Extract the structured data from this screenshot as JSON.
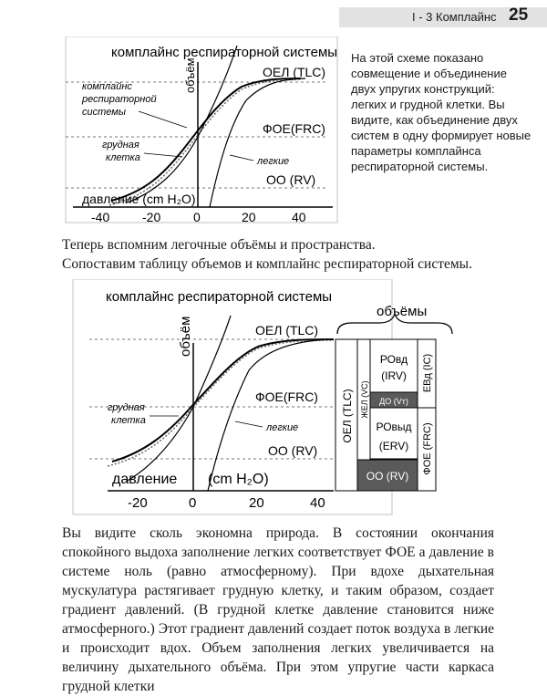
{
  "header": {
    "section": "I - 3 Комплайнс",
    "page_number": "25"
  },
  "figure1": {
    "title": "комплайнс респираторной системы",
    "y_label": "объём",
    "x_label": "давление (cm H₂O)",
    "tick_labels": [
      "-40",
      "-20",
      "0",
      "20",
      "40"
    ],
    "levels": [
      "ОЕЛ (TLC)",
      "ФОЕ(FRC)",
      "ОО (RV)"
    ],
    "curve_labels": {
      "system": [
        "комплайнс",
        "респираторной",
        "системы"
      ],
      "chest": [
        "грудная",
        "клетка"
      ],
      "lungs": "легкие"
    }
  },
  "side_text": "На этой схеме показано совмещение и объединение двух упругих конструкций: легких и грудной клетки. Вы видите, как объединение двух систем в одну формирует новые параметры комплайнса респираторной системы.",
  "mid_text": [
    "Теперь вспомним легочные объёмы и пространства.",
    "Сопоставим таблицу объемов и комплайнс респираторной системы."
  ],
  "figure2": {
    "title": "комплайнс респираторной системы",
    "y_label": "объём",
    "x_label_a": "давление",
    "x_label_b": "(cm H₂O)",
    "tick_labels": [
      "-20",
      "0",
      "20",
      "40"
    ],
    "levels": [
      "ОЕЛ (TLC)",
      "ФОЕ(FRC)",
      "ОО (RV)"
    ],
    "curve_labels": {
      "chest": [
        "грудная",
        "клетка"
      ],
      "lungs": "легкие"
    },
    "volumes_title": "объёмы",
    "table": {
      "tlc": "ОЕЛ (TLC)",
      "vc": "ЖЕЛ (VC)",
      "irv": [
        "РОвд",
        "(IRV)"
      ],
      "vt": "ДО (Vт)",
      "erv": [
        "РОвыд",
        "(ERV)"
      ],
      "rv": "ОО (RV)",
      "ic": "ЕВд (IC)",
      "frc": "ФОЕ (FRC)"
    }
  },
  "bottom_text": "Вы видите сколь экономна природа. В состоянии окончания спокойного выдоха заполнение легких соответствует ФОЕ а давление в системе ноль (равно атмосферному). При вдохе дыхательная мускулатура растягивает грудную клетку, и таким образом, создает градиент давлений. (В грудной клетке давление становится ниже атмосферного.) Этот градиент давлений создает поток воздуха в легкие и происходит вдох. Объем заполнения легких увеличивается на величину дыхательного объёма. При этом упругие части каркаса грудной клетки"
}
